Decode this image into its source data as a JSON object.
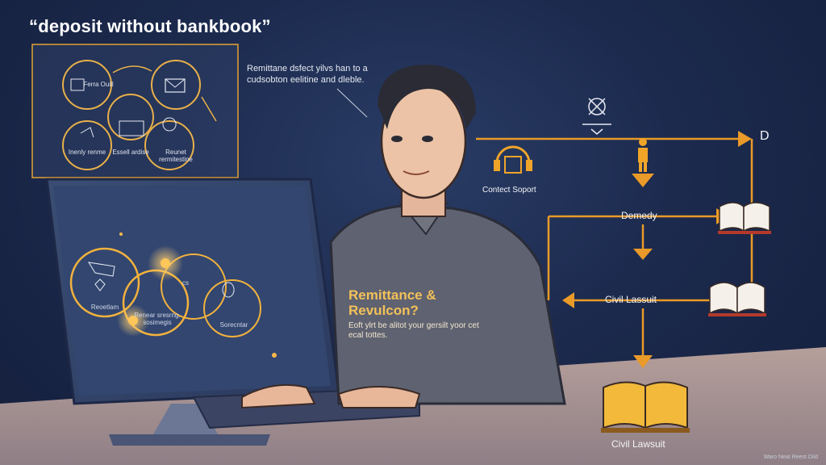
{
  "headline": "“deposit without bankbook”",
  "note": "Remittane dsfect yilvs han to a cudsobton eelitine and dleble.",
  "diagram": {
    "node_top_left": "Ferra Ouill",
    "node_bottom_left": "Inenly renme",
    "node_center": "Essell ardise",
    "node_bottom_right": "Reunet rermitestine"
  },
  "screen": {
    "left": "Reoetlam",
    "center": "Renear sresrng. sosimegis",
    "right": "Sorecntar",
    "small": "cs"
  },
  "overlay": {
    "title": "Remittance & Revulcon?",
    "body": "Eoft ylrt be alitot your gersilt yoor cet ecal tottes."
  },
  "flow": {
    "contact_support": "Contect Soport",
    "remedy": "Demedy",
    "civil_lawsuit_mid": "Civil Lassuit",
    "civil_lawsuit_bottom": "Civil Lawsuit",
    "end_mark": "D"
  },
  "corner_text": "Waro Neat Reest Dild",
  "colors": {
    "accent": "#f0a529",
    "background": "#1c2a4e",
    "line": "#e99a28"
  }
}
